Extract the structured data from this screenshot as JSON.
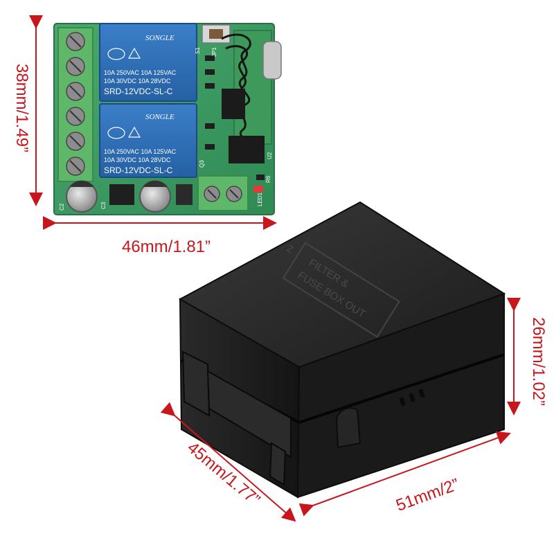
{
  "dimensions": {
    "board_height": "38mm/1.49”",
    "board_width": "46mm/1.81”",
    "box_height": "26mm/1.02”",
    "box_width": "51mm/2”",
    "box_depth": "45mm/1.77”"
  },
  "relay": {
    "brand": "SONGLE",
    "rating_line1": "10A 250VAC   10A 125VAC",
    "rating_line2": "10A  30VDC   10A  28VDC",
    "model": "SRD-12VDC-SL-C"
  },
  "board_labels": {
    "c2": "C2",
    "c3": "C3",
    "q3": "Q3",
    "u2": "U2",
    "r6": "R6",
    "led1": "LED1",
    "s1": "S1",
    "jp1": "JP1"
  },
  "box_embossing": {
    "line1": "FILTER &",
    "line2": "FUSE BOX OUT",
    "mark": "Z"
  },
  "colors": {
    "dimension_red": "#c8161d",
    "pcb_green": "#3f9a63",
    "terminal_green": "#5fb86a",
    "relay_blue": "#2d6fb8",
    "box_black": "#1f1f1f"
  }
}
